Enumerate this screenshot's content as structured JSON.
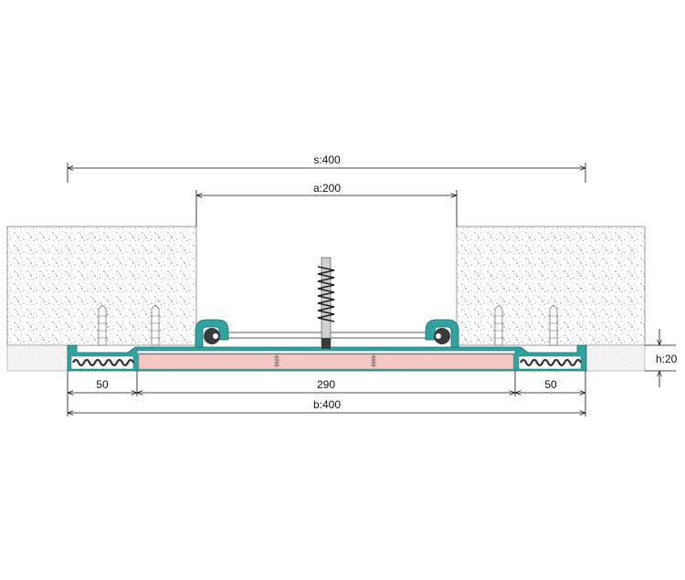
{
  "dimensions": {
    "s": "s:400",
    "a": "a:200",
    "left_flange": "50",
    "center": "290",
    "right_flange": "50",
    "b": "b:400",
    "h": "h:20"
  },
  "colors": {
    "profile": "#2fa3a0",
    "profile_dark": "#1d6f6d",
    "infill": "#f6c9c4",
    "concrete_speckle": "#9a9a9a",
    "gasket": "#3a3a3a",
    "line": "#111111"
  }
}
